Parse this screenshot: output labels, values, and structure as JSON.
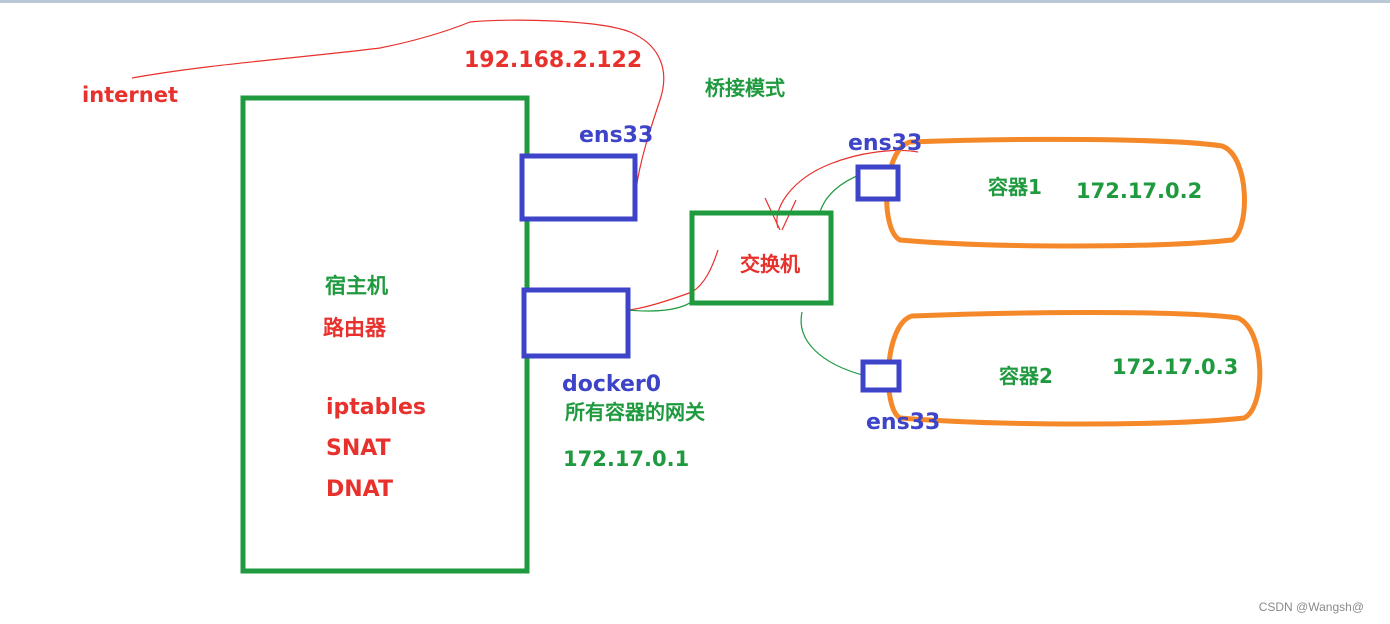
{
  "labels": {
    "internet": "internet",
    "host_ip": "192.168.2.122",
    "bridge_mode": "桥接模式",
    "ens33_host": "ens33",
    "host": "宿主机",
    "router": "路由器",
    "iptables": "iptables",
    "snat": "SNAT",
    "dnat": "DNAT",
    "docker0": "docker0",
    "gateway": "所有容器的网关",
    "docker0_ip": "172.17.0.1",
    "switch": "交换机",
    "ens33_c1": "ens33",
    "container1": "容器1",
    "container1_ip": "172.17.0.2",
    "ens33_c2": "ens33",
    "container2": "容器2",
    "container2_ip": "172.17.0.3"
  },
  "watermark": "CSDN @Wangsh@",
  "colors": {
    "green": "#1f9a3f",
    "blue": "#3d44c8",
    "orange": "#f5892a",
    "red": "#e8302c"
  }
}
